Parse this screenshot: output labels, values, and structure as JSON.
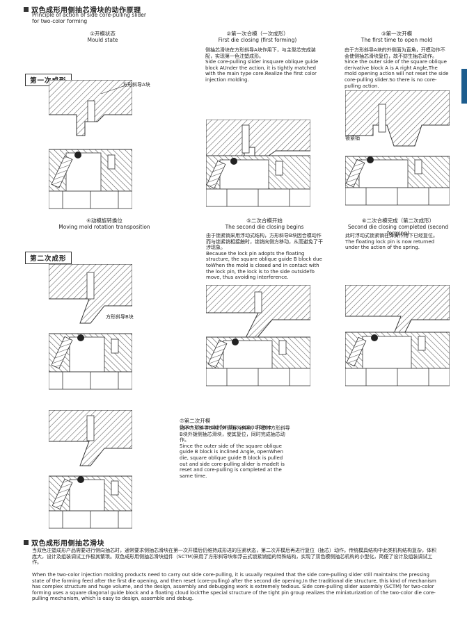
{
  "header": {
    "title": "双色成形用侧抽芯滑块的动作原理",
    "subtitle_line1": "Principle of action of side core-pulling slider",
    "subtitle_line2": "for two-color forming"
  },
  "stages": {
    "first": "第一次成形",
    "second": "第二次成形"
  },
  "steps": [
    {
      "title_cn": "①开模状态",
      "title_en": "Mould state",
      "text": ""
    },
    {
      "title_cn": "②第一次合模（一次成形）",
      "title_en": "First die closing (first forming)",
      "text": "侧抽芯滑块在方形斜导A块作用下，与主型芯完成装配，实现第一色注塑成形。\nSide core-pulling slider insquare oblique guide block AUnder the action, it is tightly matched with the main type core.Realize the first color injection molding."
    },
    {
      "title_cn": "③第一次开模",
      "title_en": "The first time to open mold",
      "text": "由于方形斜导A块的外侧面为直角，开模动作不会使侧抽芯滑块复位，故不妨生抽芯动作。\nSince the outer side of the square oblique derivative block A is A right Angle,The mold opening action will not reset the side core-pulling slider.So there is no core-pulling action."
    },
    {
      "title_cn": "④动模旋转换位",
      "title_en": "Moving mold rotation transposition",
      "text": ""
    },
    {
      "title_cn": "⑤二次合模开始",
      "title_en": "The second die closing begins",
      "text": "由于锁紧销采用浮动式结构，方形斜导B块因合模动作而与锁紧销相接触时，锁销向侧方移动，从而避免了干涉现象。\nBecause the lock pin adopts the floating structure, the square oblique guide B block due toWhen the mold is closed and in contact with the lock pin, the lock is to the side outsideTo move, thus avoiding interference."
    },
    {
      "title_cn": "⑥二次合模完成（第二次成形）",
      "title_en": "Second die closing completed (second forming)",
      "text": "此时浮动式锁紧销在弹簧作用下已经复位。\nThe floating lock pin is now returned under the action of the spring."
    },
    {
      "title_cn": "⑦第二次开模",
      "title_en": "Open the mold for the second time",
      "text": "由于方形斜导B块的外侧面为斜角，开模时方形斜导B块外拨侧抽芯滑块，使其复位，同时完成抽芯动作。\nSince the outer side of the square oblique guide B block is inclined Angle, openWhen die, square oblique guide B block is pulled out and side core-pulling slider is madeIt is reset and core-pulling is completed at the same time."
    }
  ],
  "labels": {
    "guide_a": "方形斜导A块",
    "guide_b": "方形斜导B块",
    "lock_pin": "锁紧销"
  },
  "bottom": {
    "title": "双色成形用侧抽芯滑块",
    "text_cn": "当双色注塑成形产品需要进行侧向抽芯时，通常要求侧抽芯滑块在第一次开模后仍维持成形进的压紧状态，第二次开模后再进行复位（抽芯）动作。传统模具结构中此类机构结构复杂，体积庞大，设计及组装调试工作极其繁琐。双色成形用侧抽芯滑块组件（SCTM)采用了方形斜导块和浮云式锁紧销组的特殊结构，实现了双色模侧抽芯机构的小型化，简便了设计及组装调试工作。",
    "text_en": "When the two-color injection molding products need to carry out side core-pulling, it is usually required that the side core-pulling slider still maintains the pressing state of the forming feed after the first die opening, and then reset (core-pulling) after the second die opening.In the traditional die structure, this kind of mechanism has complex structure and huge volume, and the design, assembly and debugging work is extremely tedious. Side core-pulling slider assembly (SCTM) for two-color forming uses a square diagonal guide block and a floating cloud lockThe special structure of the tight pin group realizes the miniaturization of the two-color die core-pulling mechanism, which is easy to design, assemble and debug."
  },
  "colors": {
    "accent_tab": "#1d5d8e",
    "hatch": "#555555"
  }
}
